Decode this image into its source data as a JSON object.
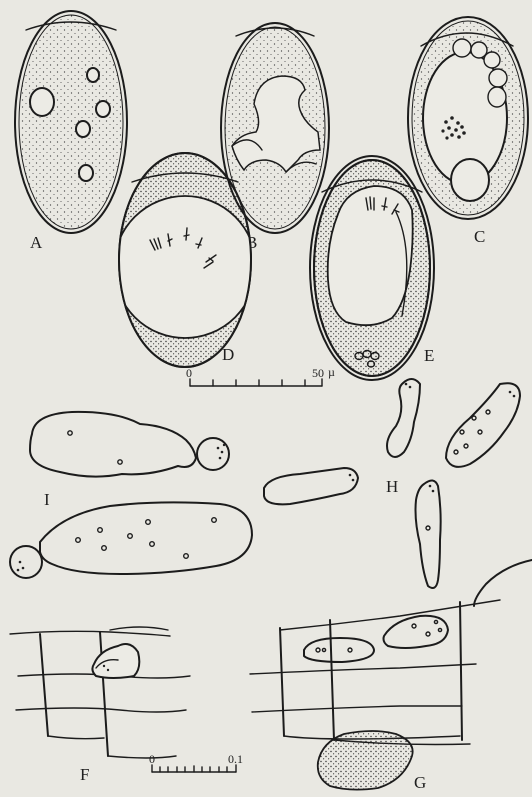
{
  "figure_labels": {
    "A": "A",
    "B": "B",
    "C": "C",
    "D": "D",
    "E": "E",
    "F": "F",
    "G": "G",
    "H": "H",
    "I": "I"
  },
  "scale_bars": {
    "upper": {
      "start": "0",
      "end": "50",
      "unit": "µ"
    },
    "lower": {
      "start": "0",
      "end": "0.1"
    }
  }
}
